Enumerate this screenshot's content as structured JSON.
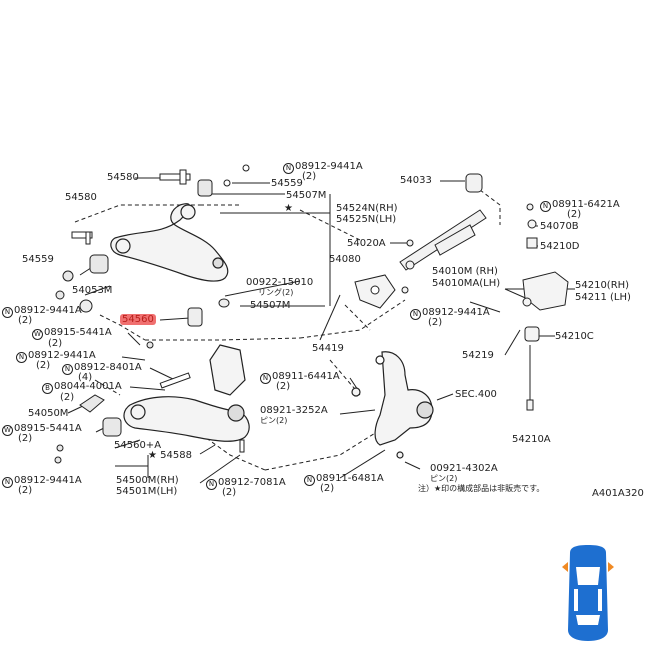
{
  "diagram": {
    "labels": [
      {
        "id": "l1",
        "text": "08912-9441A",
        "prefix": "N"
      },
      {
        "id": "l2",
        "text": "(2)"
      },
      {
        "id": "l3",
        "text": "54580"
      },
      {
        "id": "l4",
        "text": "54559"
      },
      {
        "id": "l5",
        "text": "54507M"
      },
      {
        "id": "l6",
        "text": "54524N(RH)"
      },
      {
        "id": "l7",
        "text": "54525N(LH)"
      },
      {
        "id": "l8",
        "text": "54033"
      },
      {
        "id": "l9",
        "text": "08911-6421A",
        "prefix": "N"
      },
      {
        "id": "l10",
        "text": "(2)"
      },
      {
        "id": "l11",
        "text": "54070B"
      },
      {
        "id": "l12",
        "text": "54210D"
      },
      {
        "id": "l13",
        "text": "54580"
      },
      {
        "id": "l14",
        "text": "54020A"
      },
      {
        "id": "l15",
        "text": "54080"
      },
      {
        "id": "l16",
        "text": "54010M (RH)"
      },
      {
        "id": "l17",
        "text": "54010MA(LH)"
      },
      {
        "id": "l18",
        "text": "54210(RH)"
      },
      {
        "id": "l19",
        "text": "54211 (LH)"
      },
      {
        "id": "l20",
        "text": "54559"
      },
      {
        "id": "l21",
        "text": "00922-15010"
      },
      {
        "id": "l22",
        "text": "リング(2)"
      },
      {
        "id": "l23",
        "text": "54507M"
      },
      {
        "id": "l24",
        "text": "54053M"
      },
      {
        "id": "l25",
        "text": "08912-9441A",
        "prefix": "N"
      },
      {
        "id": "l26",
        "text": "(2)"
      },
      {
        "id": "l27",
        "text": "54560"
      },
      {
        "id": "l28",
        "text": "08915-5441A",
        "prefix": "W"
      },
      {
        "id": "l29",
        "text": "(2)"
      },
      {
        "id": "l30",
        "text": "08912-9441A",
        "prefix": "N"
      },
      {
        "id": "l31",
        "text": "(2)"
      },
      {
        "id": "l32",
        "text": "08912-8401A",
        "prefix": "N"
      },
      {
        "id": "l33",
        "text": "(4)"
      },
      {
        "id": "l34",
        "text": "08044-4001A",
        "prefix": "B"
      },
      {
        "id": "l35",
        "text": "(2)"
      },
      {
        "id": "l36",
        "text": "54050M"
      },
      {
        "id": "l37",
        "text": "08915-5441A",
        "prefix": "W"
      },
      {
        "id": "l38",
        "text": "(2)"
      },
      {
        "id": "l39",
        "text": "54560+A"
      },
      {
        "id": "l40",
        "text": "54588"
      },
      {
        "id": "l41",
        "text": "08912-9441A",
        "prefix": "N"
      },
      {
        "id": "l42",
        "text": "(2)"
      },
      {
        "id": "l43",
        "text": "54500M(RH)"
      },
      {
        "id": "l44",
        "text": "54501M(LH)"
      },
      {
        "id": "l45",
        "text": "08912-7081A",
        "prefix": "N"
      },
      {
        "id": "l46",
        "text": "(2)"
      },
      {
        "id": "l47",
        "text": "54419"
      },
      {
        "id": "l48",
        "text": "08912-9441A",
        "prefix": "N"
      },
      {
        "id": "l49",
        "text": "(2)"
      },
      {
        "id": "l50",
        "text": "54219"
      },
      {
        "id": "l51",
        "text": "54210C"
      },
      {
        "id": "l52",
        "text": "08911-6441A",
        "prefix": "N"
      },
      {
        "id": "l53",
        "text": "(2)"
      },
      {
        "id": "l54",
        "text": "SEC.400"
      },
      {
        "id": "l55",
        "text": "08921-3252A"
      },
      {
        "id": "l56",
        "text": "ピン(2)"
      },
      {
        "id": "l57",
        "text": "54210A"
      },
      {
        "id": "l58",
        "text": "08911-6481A",
        "prefix": "N"
      },
      {
        "id": "l59",
        "text": "(2)"
      },
      {
        "id": "l60",
        "text": "00921-4302A"
      },
      {
        "id": "l61",
        "text": "ピン(2)"
      },
      {
        "id": "l62",
        "text": "注）★印の構成部品は非販売です。"
      },
      {
        "id": "l63",
        "text": "A401A320"
      }
    ],
    "highlight_color": "#f07070",
    "car_icon": {
      "name": "car-top-view-icon",
      "body_color": "#1e6fd0",
      "indicator_color": "#f08a24"
    }
  }
}
